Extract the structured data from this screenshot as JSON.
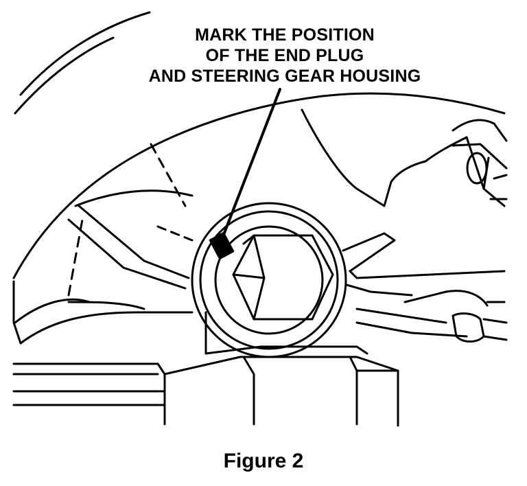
{
  "callout": {
    "line1": "MARK THE POSITION",
    "line2": "OF THE END PLUG",
    "line3": "AND STEERING GEAR HOUSING"
  },
  "caption": "Figure 2",
  "colors": {
    "ink": "#000000",
    "paper": "#ffffff"
  }
}
